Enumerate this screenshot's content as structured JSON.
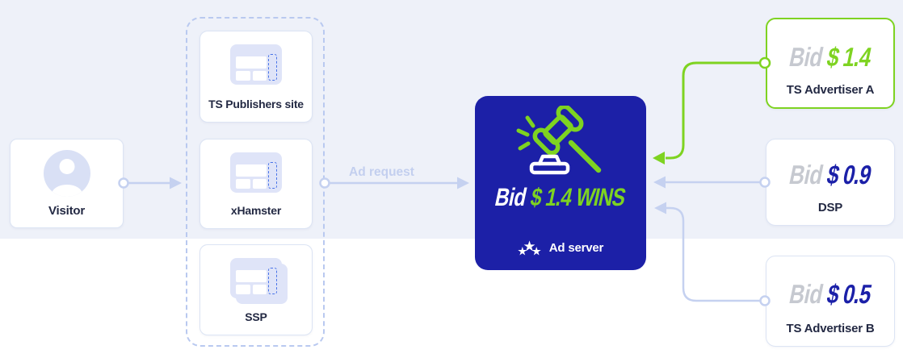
{
  "palette": {
    "accent_green": "#7ed321",
    "server_blue": "#1c20a7",
    "bid_blue": "#1b20a8",
    "connector_blue": "#c5d1f0",
    "bid_gray": "#c6c9d0",
    "text_dark": "#232943",
    "band_background": "#eef1f9",
    "ad_slot_dashed_blue": "#4a74e8"
  },
  "visitor": {
    "label": "Visitor",
    "icon": "user-icon"
  },
  "publishers_group": {
    "items": [
      {
        "label": "TS Publishers site",
        "icon": "browser-ad-slot-icon"
      },
      {
        "label": "xHamster",
        "icon": "browser-ad-slot-icon"
      },
      {
        "label": "SSP",
        "icon": "browser-ad-slot-stack-icon"
      }
    ]
  },
  "ad_request": {
    "label": "Ad request"
  },
  "ad_server": {
    "icon": "gavel-icon",
    "bid_prefix": "Bid",
    "bid_amount": "$ 1.4",
    "bid_result": "WINS",
    "label": "Ad server",
    "label_icon": "stars-icon"
  },
  "bidders": [
    {
      "bid_prefix": "Bid",
      "bid_amount": "$ 1.4",
      "label": "TS Advertiser A",
      "winner": true
    },
    {
      "bid_prefix": "Bid",
      "bid_amount": "$ 0.9",
      "label": "DSP",
      "winner": false
    },
    {
      "bid_prefix": "Bid",
      "bid_amount": "$ 0.5",
      "label": "TS Advertiser B",
      "winner": false
    }
  ]
}
